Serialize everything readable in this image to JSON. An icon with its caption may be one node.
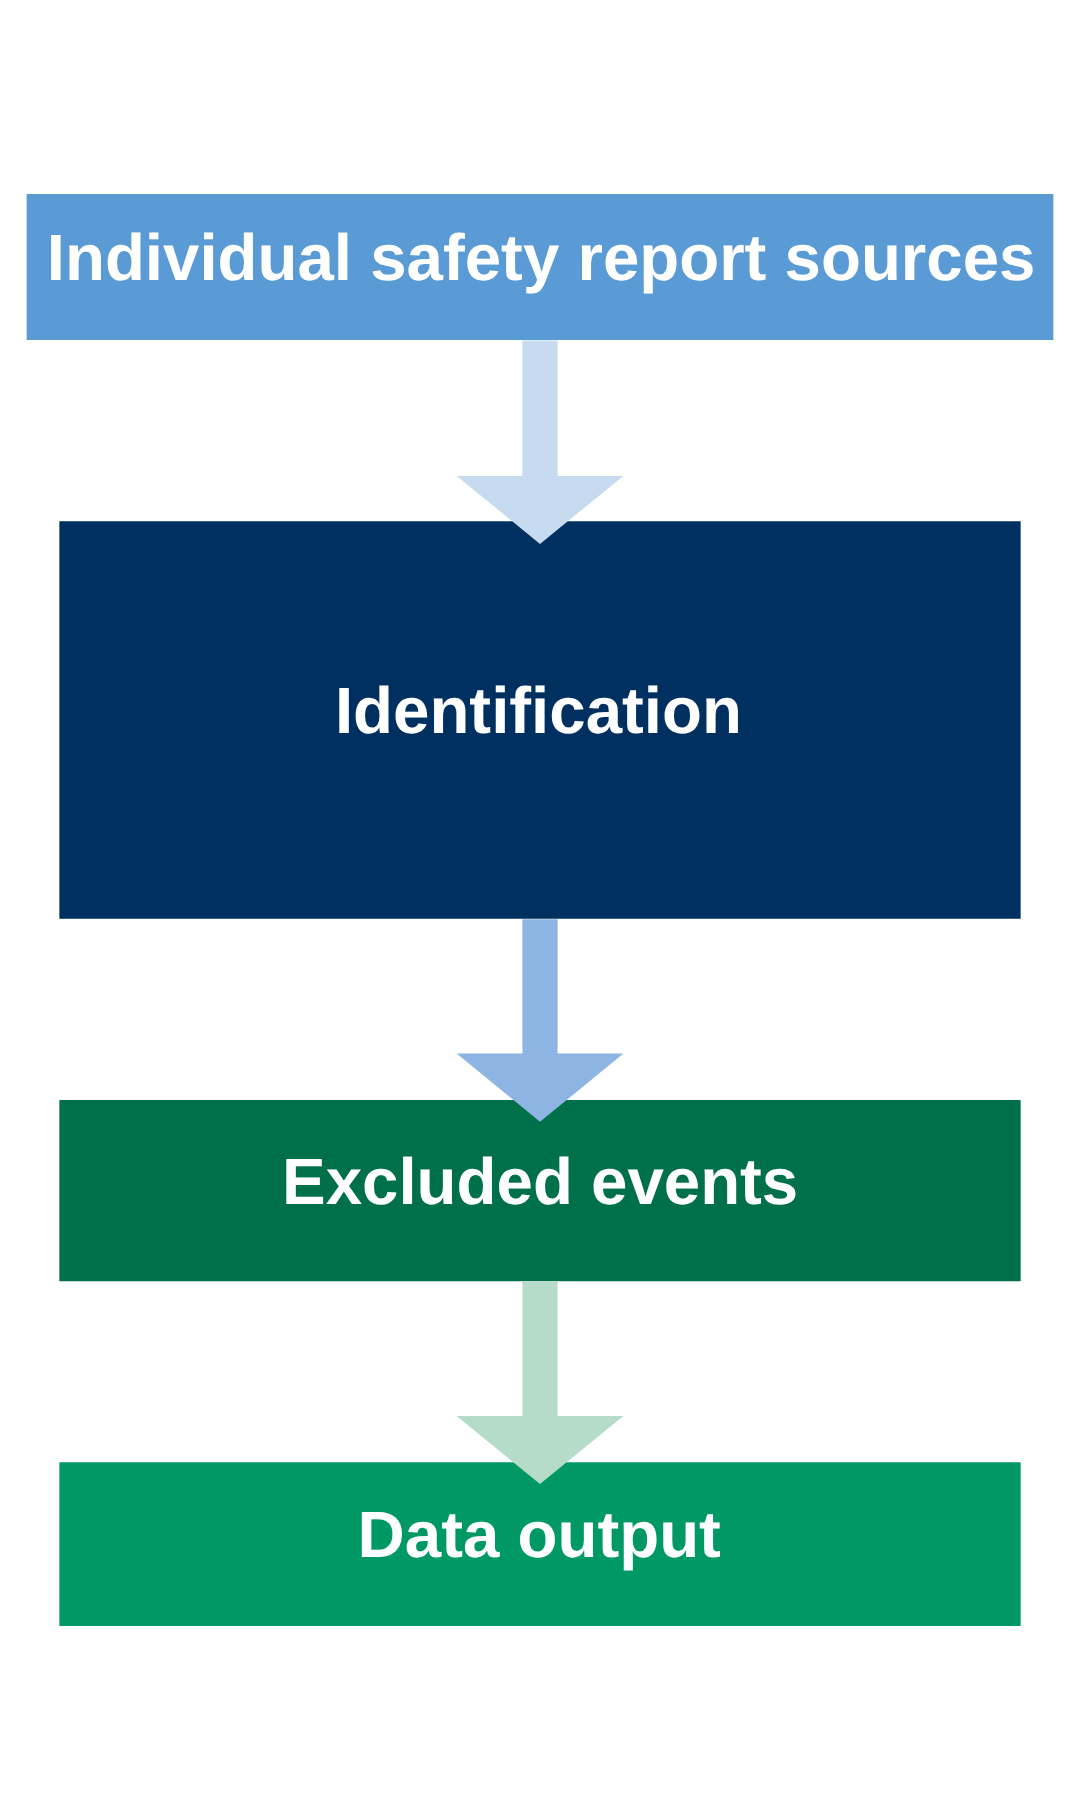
{
  "diagram": {
    "nodes": [
      {
        "text": [
          "Individual safety report sources"
        ]
      },
      {
        "text": [
          "Identification"
        ]
      },
      {
        "text": [
          "Excluded events"
        ]
      },
      {
        "text": [
          "Data output"
        ]
      }
    ],
    "edges": [
      {
        "from": 0,
        "to": 1,
        "arrow": "to",
        "color": "#c6dbf0"
      },
      {
        "from": 1,
        "to": 2,
        "arrow": "to",
        "color": "#8db4e2"
      },
      {
        "from": 2,
        "to": 3,
        "arrow": "to",
        "color": "#b5dbc9"
      }
    ]
  }
}
